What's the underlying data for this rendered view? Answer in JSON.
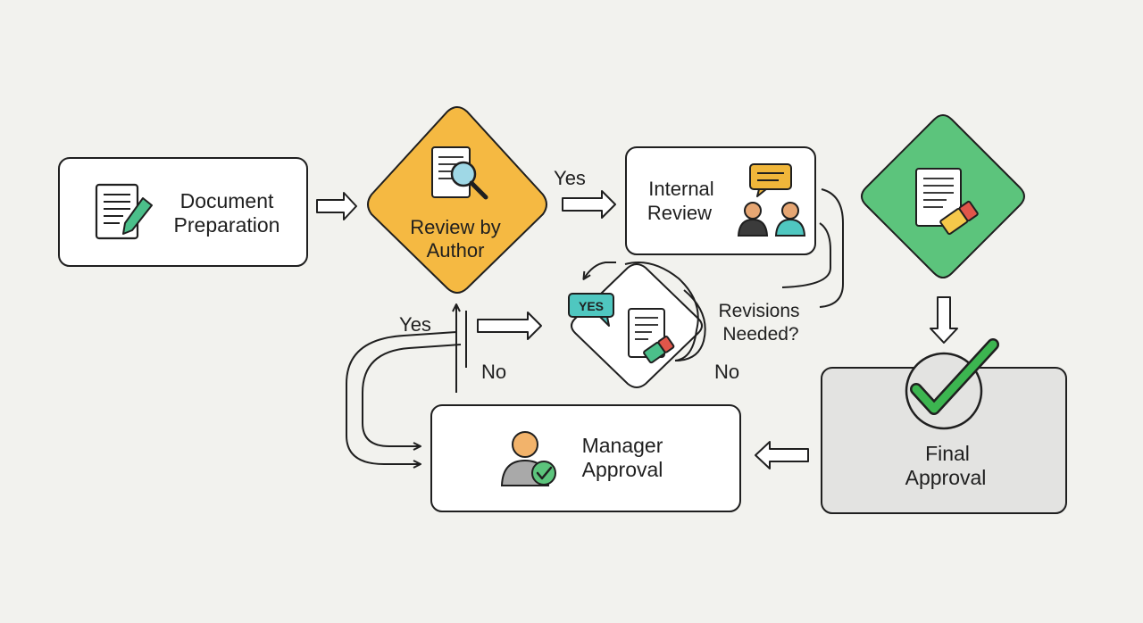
{
  "nodes": {
    "document_preparation": {
      "line1": "Document",
      "line2": "Preparation"
    },
    "review_by_author": {
      "line1": "Review by",
      "line2": "Author"
    },
    "internal_review": {
      "line1": "Internal",
      "line2": "Review"
    },
    "revisions_needed": {
      "line1": "Revisions",
      "line2": "Needed?",
      "badge": "YES"
    },
    "manager_approval": {
      "line1": "Manager",
      "line2": "Approval"
    },
    "final_approval": {
      "line1": "Final",
      "line2": "Approval"
    }
  },
  "edge_labels": {
    "yes_top": "Yes",
    "yes_left": "Yes",
    "no_middle": "No",
    "no_right": "No"
  },
  "colors": {
    "background": "#f2f2ee",
    "author_diamond": "#f5b942",
    "final_diamond": "#5cc47c",
    "final_approval_box": "#e3e3e1",
    "check": "#3cb550",
    "pen": "#4bbf8a",
    "eraser": "#e0564a",
    "chat": "#f0b63a",
    "yes_badge": "#4fc7c0"
  },
  "icons": [
    "document-pen-icon",
    "document-search-icon",
    "chat-people-icon",
    "yes-document-icon",
    "document-eraser-icon",
    "person-check-icon",
    "checkmark-icon"
  ]
}
